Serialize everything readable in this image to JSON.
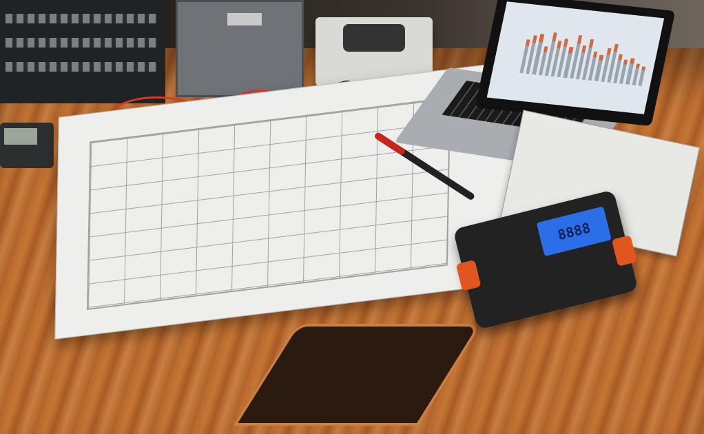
{
  "scene": {
    "description": "Electronics workbench with printed circuit schematic, digital multimeter, laptop showing bar chart, wiring panels and cables on a wooden desk",
    "multimeter": {
      "display": "8888"
    },
    "laptop": {
      "chart_bars": [
        0.7,
        0.8,
        0.85,
        0.6,
        0.9,
        0.75,
        0.8,
        0.65,
        0.9,
        0.7,
        0.85,
        0.6,
        0.55,
        0.7,
        0.8,
        0.6,
        0.5,
        0.55,
        0.45,
        0.4
      ]
    },
    "colors": {
      "desk": "#c57634",
      "paper": "#eeeeec",
      "lcd": "#2b6fe8",
      "accent_orange": "#e0561e",
      "badge_green": "#1f8a68"
    }
  }
}
